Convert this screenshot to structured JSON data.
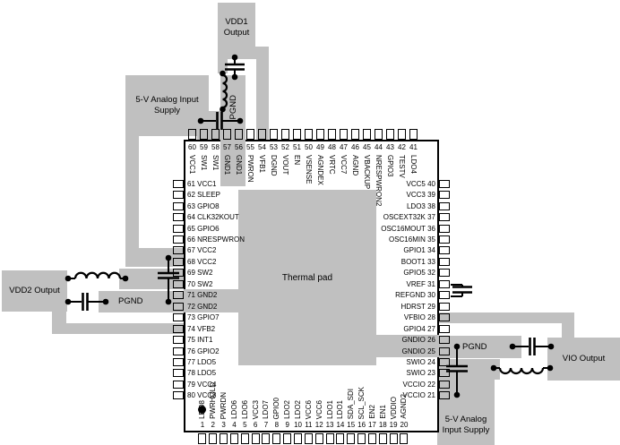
{
  "labels": {
    "vdd1_output": "VDD1 Output",
    "pgnd_top": "PGND",
    "supply_top": "5-V Analog Input Supply",
    "vdd2_output": "VDD2 Output",
    "pgnd_left": "PGND",
    "pgnd_right": "PGND",
    "vio_output": "VIO Output",
    "supply_bottom": "5-V Analog Input Supply",
    "thermal_pad": "Thermal pad"
  },
  "colors": {
    "plane": "#c0c0c0",
    "line": "#000000",
    "chip_fill": "#ffffff",
    "text": "#000000"
  },
  "icons": [
    "inductor-icon",
    "capacitor-icon",
    "junction-dot-icon",
    "pin1-dot-icon"
  ],
  "chip": {
    "pins": {
      "top": [
        {
          "n": "60",
          "label": "VCC1"
        },
        {
          "n": "59",
          "label": "SW1"
        },
        {
          "n": "58",
          "label": "SW1"
        },
        {
          "n": "57",
          "label": "GND1"
        },
        {
          "n": "56",
          "label": "GND1"
        },
        {
          "n": "55",
          "label": "PWRON"
        },
        {
          "n": "54",
          "label": "VFB1"
        },
        {
          "n": "53",
          "label": "DGND"
        },
        {
          "n": "52",
          "label": "VOUT"
        },
        {
          "n": "51",
          "label": "EN"
        },
        {
          "n": "50",
          "label": "VSENSE"
        },
        {
          "n": "49",
          "label": "AGNDEX"
        },
        {
          "n": "48",
          "label": "VRTC"
        },
        {
          "n": "47",
          "label": "VCC7"
        },
        {
          "n": "46",
          "label": "AGND"
        },
        {
          "n": "45",
          "label": "VBACKUP"
        },
        {
          "n": "44",
          "label": "NRESPWRON2"
        },
        {
          "n": "43",
          "label": "GPIO3"
        },
        {
          "n": "42",
          "label": "TESTV"
        },
        {
          "n": "41",
          "label": "LDO4"
        }
      ],
      "left": [
        {
          "n": "61",
          "label": "VCC1"
        },
        {
          "n": "62",
          "label": "SLEEP"
        },
        {
          "n": "63",
          "label": "GPIO8"
        },
        {
          "n": "64",
          "label": "CLK32KOUT"
        },
        {
          "n": "65",
          "label": "GPIO6"
        },
        {
          "n": "66",
          "label": "NRESPWRON"
        },
        {
          "n": "67",
          "label": "VCC2"
        },
        {
          "n": "68",
          "label": "VCC2"
        },
        {
          "n": "69",
          "label": "SW2"
        },
        {
          "n": "70",
          "label": "SW2"
        },
        {
          "n": "71",
          "label": "GND2"
        },
        {
          "n": "72",
          "label": "GND2"
        },
        {
          "n": "73",
          "label": "GPIO7"
        },
        {
          "n": "74",
          "label": "VFB2"
        },
        {
          "n": "75",
          "label": "INT1"
        },
        {
          "n": "76",
          "label": "GPIO2"
        },
        {
          "n": "77",
          "label": "LDO5"
        },
        {
          "n": "78",
          "label": "LDO5"
        },
        {
          "n": "79",
          "label": "VCC4"
        },
        {
          "n": "80",
          "label": "VCC8"
        }
      ],
      "right": [
        {
          "n": "40",
          "label": "VCC5"
        },
        {
          "n": "39",
          "label": "VCC3"
        },
        {
          "n": "38",
          "label": "LDO3"
        },
        {
          "n": "37",
          "label": "OSCEXT32K"
        },
        {
          "n": "36",
          "label": "OSC16MOUT"
        },
        {
          "n": "35",
          "label": "OSC16MIN"
        },
        {
          "n": "34",
          "label": "GPIO1"
        },
        {
          "n": "33",
          "label": "BOOT1"
        },
        {
          "n": "32",
          "label": "GPIO5"
        },
        {
          "n": "31",
          "label": "VREF"
        },
        {
          "n": "30",
          "label": "REFGND"
        },
        {
          "n": "29",
          "label": "HDRST"
        },
        {
          "n": "28",
          "label": "VFBIO"
        },
        {
          "n": "27",
          "label": "GPIO4"
        },
        {
          "n": "26",
          "label": "GNDIO"
        },
        {
          "n": "25",
          "label": "GNDIO"
        },
        {
          "n": "24",
          "label": "SWIO"
        },
        {
          "n": "23",
          "label": "SWIO"
        },
        {
          "n": "22",
          "label": "VCCIO"
        },
        {
          "n": "21",
          "label": "VCCIO"
        }
      ],
      "bottom": [
        {
          "n": "1",
          "label": "LDO8"
        },
        {
          "n": "2",
          "label": "PWRHOLD"
        },
        {
          "n": "3",
          "label": "PWRDN"
        },
        {
          "n": "4",
          "label": "LDO6"
        },
        {
          "n": "5",
          "label": "LDO6"
        },
        {
          "n": "6",
          "label": "VCC3"
        },
        {
          "n": "7",
          "label": "LDO7"
        },
        {
          "n": "8",
          "label": "GPIO0"
        },
        {
          "n": "9",
          "label": "LDO2"
        },
        {
          "n": "10",
          "label": "LDO2"
        },
        {
          "n": "11",
          "label": "VCC6"
        },
        {
          "n": "12",
          "label": "VCC6"
        },
        {
          "n": "13",
          "label": "LDO1"
        },
        {
          "n": "14",
          "label": "LDO1"
        },
        {
          "n": "15",
          "label": "SDA_SDI"
        },
        {
          "n": "16",
          "label": "SCL_SCK"
        },
        {
          "n": "17",
          "label": "EN2"
        },
        {
          "n": "18",
          "label": "EN1"
        },
        {
          "n": "19",
          "label": "VDDIO"
        },
        {
          "n": "20",
          "label": "AGND2"
        }
      ]
    }
  }
}
